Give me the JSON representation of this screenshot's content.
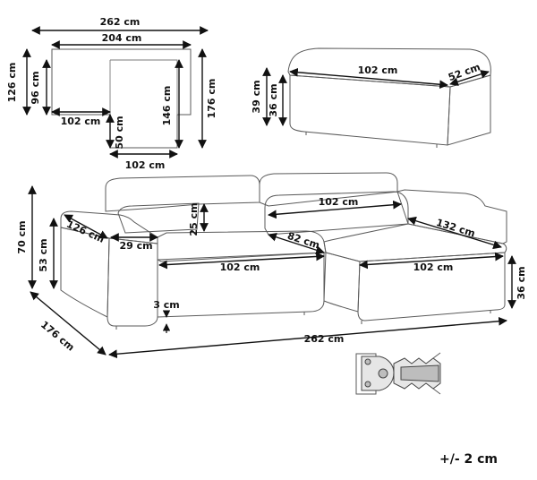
{
  "plan_view": {
    "overall_width": "262 cm",
    "inner_width": "204 cm",
    "overall_depth": "126 cm",
    "inner_depth": "96 cm",
    "seat_width": "102 cm",
    "seat_depth": "50 cm",
    "chaise_width": "102 cm",
    "chaise_depth": "146 cm",
    "total_depth": "176 cm"
  },
  "ottoman": {
    "width": "102 cm",
    "depth": "52 cm",
    "height": "39 cm",
    "inner_height": "36 cm"
  },
  "sofa_view": {
    "height": "70 cm",
    "seat_height": "53 cm",
    "depth": "126 cm",
    "armrest_width": "29 cm",
    "backrest_height": "25 cm",
    "back_width": "102 cm",
    "chaise_depth_diag": "82 cm",
    "chaise_length": "132 cm",
    "seat_width": "102 cm",
    "chaise_width": "102 cm",
    "chaise_height": "36 cm",
    "leg_height": "3 cm",
    "total_depth": "176 cm",
    "total_width": "262 cm"
  },
  "tolerance": "+/- 2 cm",
  "colors": {
    "line": "#5a5a5a",
    "dimension": "#111111"
  },
  "icons": [
    "connector-bracket-icon"
  ]
}
